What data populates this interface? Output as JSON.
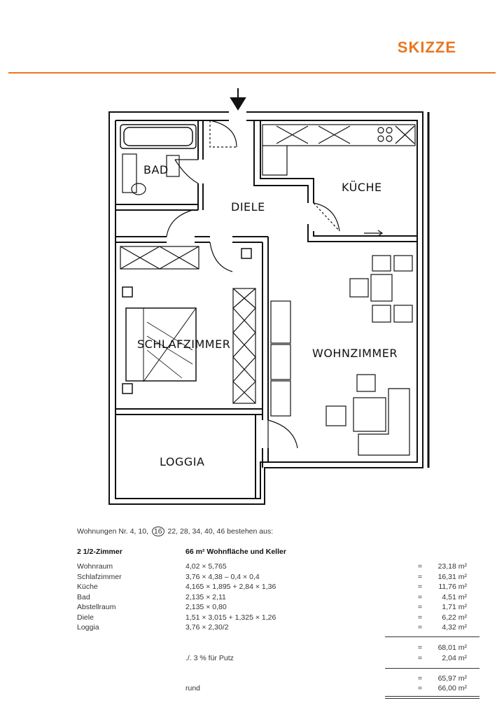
{
  "header": {
    "title": "SKIZZE",
    "accent_color": "#E87722"
  },
  "plan": {
    "rooms": {
      "bad": "BAD",
      "diele": "DIELE",
      "kueche": "KÜCHE",
      "schlafzimmer": "SCHLAFZIMMER",
      "wohnzimmer": "WOHNZIMMER",
      "loggia": "LOGGIA"
    },
    "icons": [
      "entrance-arrow-icon",
      "door-swing-icon",
      "bathtub-icon",
      "stove-icon",
      "bed-icon",
      "table-icon",
      "chair-icon",
      "window-icon"
    ]
  },
  "specs": {
    "intro_prefix": "Wohnungen Nr. 4, 10,",
    "intro_circled": "16",
    "intro_suffix": "22, 28, 34, 40, 46 bestehen aus:",
    "type_label": "2 1/2-Zimmer",
    "type_desc": "66 m² Wohnfläche und Keller",
    "rows": [
      {
        "name": "Wohnraum",
        "calc": "4,02 × 5,765",
        "eq": "=",
        "area": "23,18 m²"
      },
      {
        "name": "Schlafzimmer",
        "calc": "3,76 × 4,38 – 0,4 × 0,4",
        "eq": "=",
        "area": "16,31 m²"
      },
      {
        "name": "Küche",
        "calc": "4,165 × 1,895 + 2,84 × 1,36",
        "eq": "=",
        "area": "11,76 m²"
      },
      {
        "name": "Bad",
        "calc": "2,135 × 2,11",
        "eq": "=",
        "area": "4,51 m²"
      },
      {
        "name": "Abstellraum",
        "calc": "2,135 × 0,80",
        "eq": "=",
        "area": "1,71 m²"
      },
      {
        "name": "Diele",
        "calc": "1,51 × 3,015 + 1,325 × 1,26",
        "eq": "=",
        "area": "6,22 m²"
      },
      {
        "name": "Loggia",
        "calc": "3,76 × 2,30/2",
        "eq": "=",
        "area": "4,32 m²"
      }
    ],
    "subtotal": {
      "eq": "=",
      "area": "68,01 m²"
    },
    "putz": {
      "label": "./. 3 % für Putz",
      "eq": "=",
      "area": "2,04 m²"
    },
    "net": {
      "eq": "=",
      "area": "65,97 m²"
    },
    "rund": {
      "label": "rund",
      "eq": "=",
      "area": "66,00 m²"
    }
  }
}
